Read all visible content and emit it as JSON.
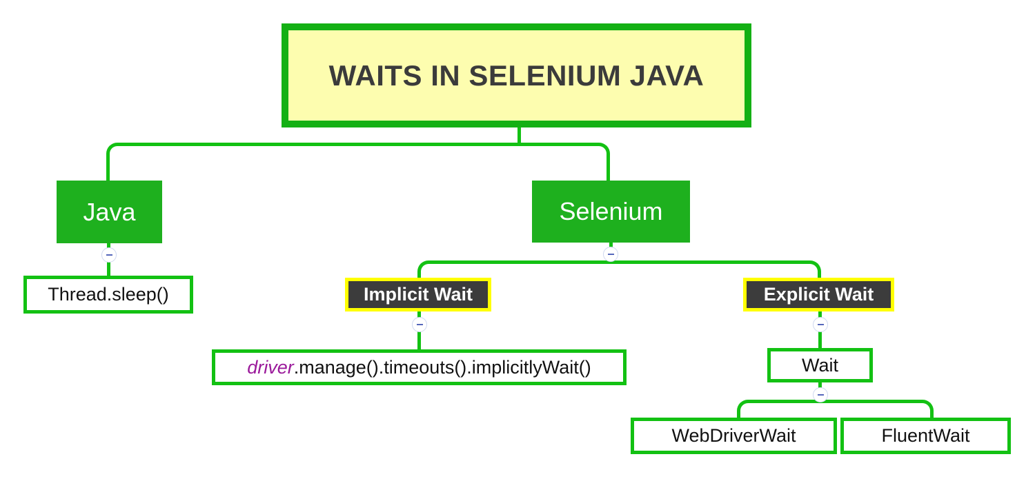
{
  "diagram": {
    "title": "WAITS IN SELENIUM JAVA",
    "type": "mind-map",
    "colors": {
      "green_fill": "#1eb01e",
      "green_border": "#13c113",
      "yellow_fill": "#fdfdaf",
      "yellow_border": "#ffff00",
      "dark_fill": "#3c3c3c",
      "white": "#ffffff",
      "code_var": "#9b1a9b",
      "toggle_stroke": "#cfd8ef"
    },
    "nodes": {
      "root": {
        "label": "WAITS IN SELENIUM JAVA"
      },
      "java": {
        "label": "Java"
      },
      "selenium": {
        "label": "Selenium"
      },
      "thread_sleep": {
        "label": "Thread.sleep()"
      },
      "implicit_wait": {
        "label": "Implicit Wait"
      },
      "explicit_wait": {
        "label": "Explicit Wait"
      },
      "implicitly_wait_code": {
        "var": "driver",
        "rest": ".manage().timeouts().implicitlyWait()",
        "full": "driver.manage().timeouts().implicitlyWait()"
      },
      "wait": {
        "label": "Wait"
      },
      "webdriverwait": {
        "label": "WebDriverWait"
      },
      "fluentwait": {
        "label": "FluentWait"
      }
    },
    "toggles": {
      "java_toggle": "collapse-minus",
      "selenium_toggle": "collapse-minus",
      "implicit_toggle": "collapse-minus",
      "explicit_toggle": "collapse-minus",
      "wait_toggle": "collapse-minus"
    }
  }
}
